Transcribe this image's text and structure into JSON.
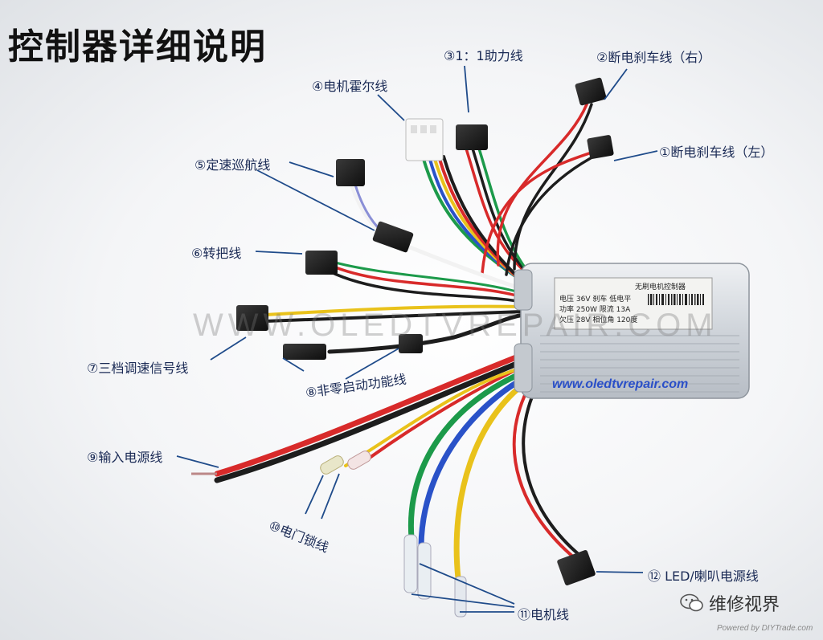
{
  "title": "控制器详细说明",
  "labels": {
    "l3": "③1：1助力线",
    "l2": "②断电刹车线（右）",
    "l4": "④电机霍尔线",
    "l1": "①断电刹车线（左）",
    "l5": "⑤定速巡航线",
    "l6": "⑥转把线",
    "l7": "⑦三档调速信号线",
    "l8": "⑧非零启动功能线",
    "l9": "⑨输入电源线",
    "l10": "⑩电门锁线",
    "l11": "⑪电机线",
    "l12": "⑫ LED/喇叭电源线"
  },
  "controller_plate": {
    "name": "无刷电机控制器",
    "row1": "电压 36V   刹车 低电平",
    "row2": "功率 250W  限流 13A",
    "row3": "欠压 28V   相位角 120度"
  },
  "watermark": "WWW.OLEDTVREPAIR.COM",
  "url": "www.oledtvrepair.com",
  "brand": "维修视界",
  "credit": "Powered by DIYTrade.com",
  "colors": {
    "red": "#d82a2a",
    "black": "#1d1d1d",
    "yellow": "#e9c21b",
    "green": "#1c9a4a",
    "blue": "#2a52c8",
    "white": "#f2f2f2",
    "leader": "#1f4b8a",
    "label": "#1a2a55"
  }
}
